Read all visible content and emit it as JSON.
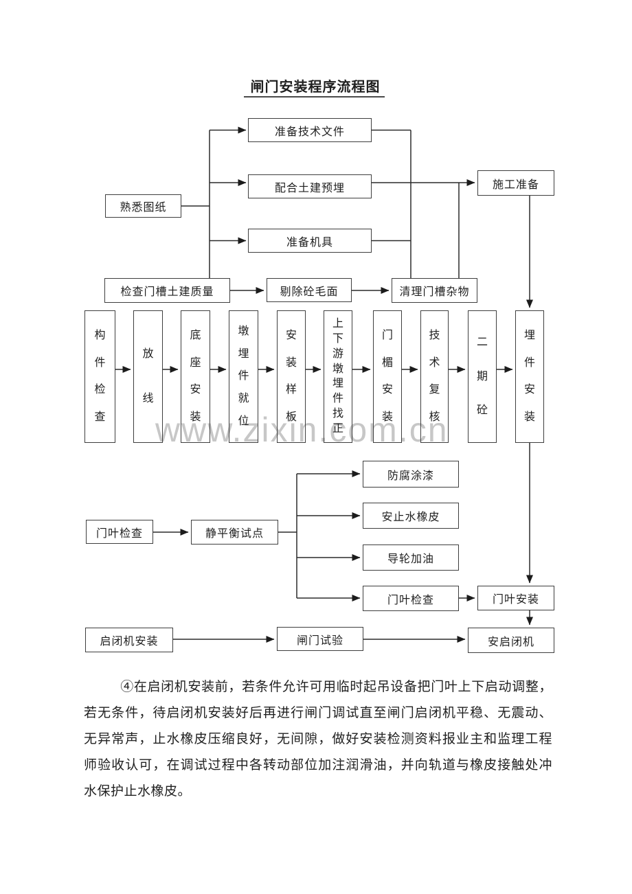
{
  "page": {
    "title": "闸门安装程序流程图",
    "watermark": "www.zixin.com.cn",
    "note": "④在启闭机安装前，若条件允许可用临时起吊设备把门叶上下启动调整，若无条件，待启闭机安装好后再进行闸门调试直至闸门启闭机平稳、无震动、无异常声，止水橡皮压缩良好，无间隙，做好安装检测资料报业主和监理工程师验收认可，在调试过程中各转动部位加注润滑油，并向轨道与橡皮接触处冲水保护止水橡皮。"
  },
  "flow": {
    "nodes": {
      "familiarize-drawings": "熟悉图纸",
      "prepare-technical-documents": "准备技术文件",
      "coordinate-civil-embedding": "配合土建预埋",
      "prepare-equipment": "准备机具",
      "construction-preparation": "施工准备",
      "check-gate-slot-civil-quality": "检查门槽土建质量",
      "chip-concrete-rough-surface": "剔除砼毛面",
      "clean-gate-slot-debris": "清理门槽杂物",
      "component-inspection": "构件检查",
      "set-out-line": "放线",
      "base-installation": "底座安装",
      "pier-embedded-parts-in-place": "墩埋件就位",
      "install-template": "安装样板",
      "align-pier-embedded-parts": "上下游墩埋件找正",
      "door-lintel-installation": "门楣安装",
      "technical-recheck": "技术复核",
      "second-stage-concrete": "二期砼",
      "embedded-parts-installation": "埋件安装",
      "gate-leaf-inspection": "门叶检查",
      "static-balance-test": "静平衡试点",
      "anticorrosion-painting": "防腐涂漆",
      "install-water-seal-rubber": "安止水橡皮",
      "guide-wheel-oiling": "导轮加油",
      "gate-leaf-inspection-2": "门叶检查",
      "gate-leaf-installation": "门叶安装",
      "hoist-installation": "启闭机安装",
      "gate-test": "闸门试验",
      "install-hoist": "安启闭机"
    }
  }
}
